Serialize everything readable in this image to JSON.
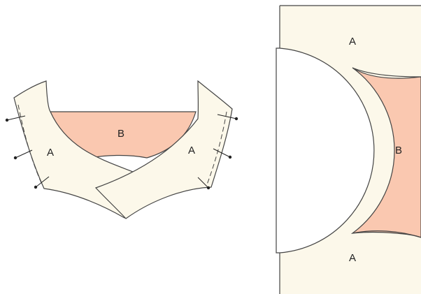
{
  "colors": {
    "fabric_a": "#fcf8ea",
    "fabric_b": "#fac8b0",
    "outline": "#444444",
    "pin": "#222222"
  },
  "left_figure": {
    "label_b": "B",
    "label_a_left": "A",
    "label_a_right": "A"
  },
  "right_figure": {
    "label_a_top": "A",
    "label_b": "B",
    "label_a_bottom": "A"
  }
}
